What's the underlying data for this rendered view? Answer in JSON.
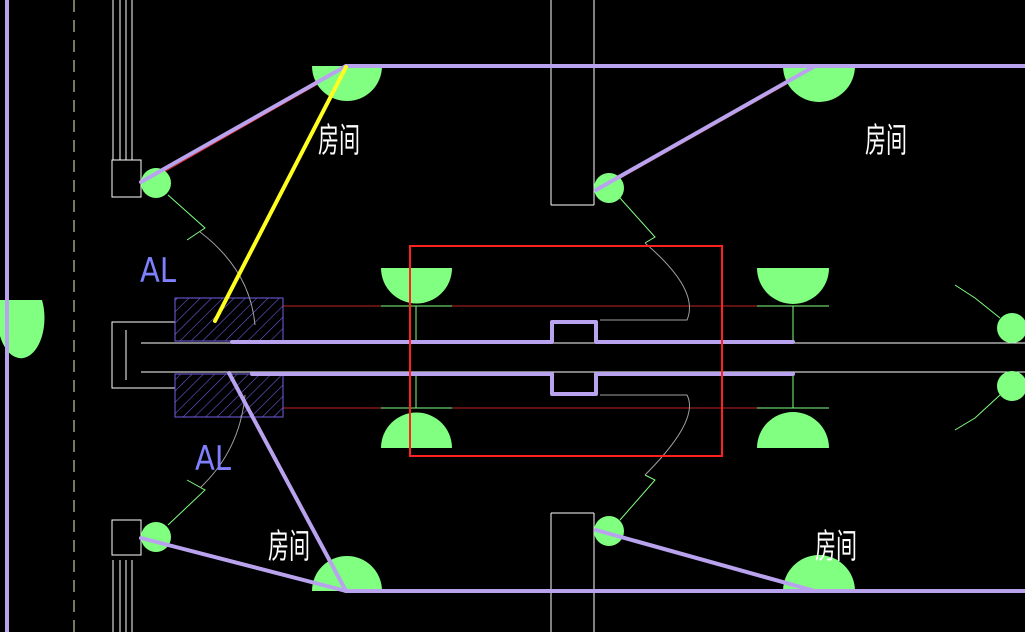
{
  "drawing": {
    "room_labels": [
      "房间",
      "房间",
      "房间",
      "房间"
    ],
    "panel_labels": [
      "AL",
      "AL"
    ],
    "colors": {
      "background": "#000000",
      "wall": "#ffffff",
      "wire": "#b9a3ef",
      "lamp": "#80ff80",
      "leader": "#80ff80",
      "label": "#8080ff",
      "text": "#ffffff",
      "selection_box": "#ff2020",
      "highlight_wire": "#ffff20",
      "guide_line": "#ff3030",
      "hatch": "#7060e0"
    }
  }
}
